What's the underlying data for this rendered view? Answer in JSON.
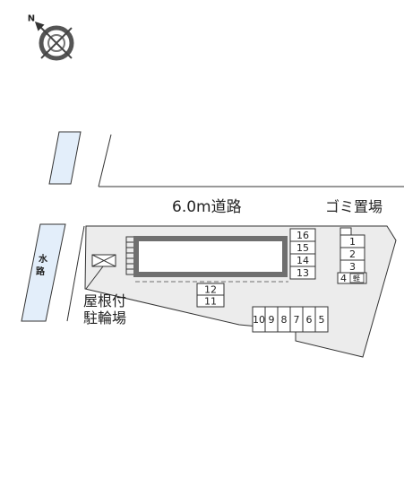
{
  "colors": {
    "lot_fill": "#ececec",
    "water_fill": "#e3eefa",
    "building_fill": "#ffffff",
    "building_frame": "#6f6f6f",
    "line": "#333333"
  },
  "compass": {
    "north_letter": "N",
    "icon": "compass-rose-icon"
  },
  "road": {
    "label": "6.0m道路"
  },
  "canal": {
    "label_top": "水",
    "label_bottom": "路"
  },
  "garbage": {
    "label": "ゴミ置場"
  },
  "bicycle_parking": {
    "line1": "屋根付",
    "line2": "駐輪場",
    "icon": "bicycle-shelter-icon"
  },
  "parking": {
    "right_column": [
      "16",
      "15",
      "14",
      "13"
    ],
    "center_column": [
      "12",
      "11"
    ],
    "bottom_row": [
      "10",
      "9",
      "8",
      "7",
      "6",
      "5"
    ],
    "top_right_column": [
      "1",
      "2",
      "3"
    ],
    "slot_4_number": "4",
    "slot_4_tag": "軽"
  }
}
